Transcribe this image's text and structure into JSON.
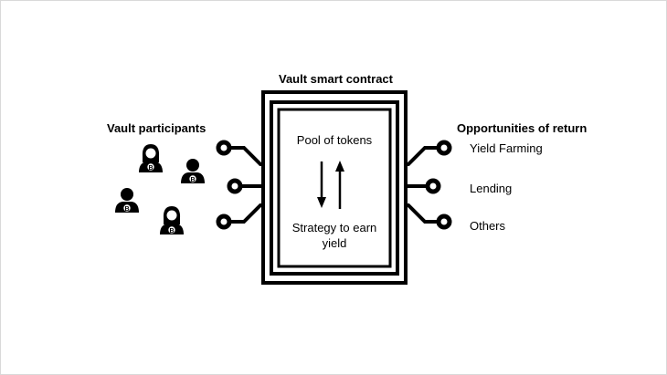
{
  "title": "Vault smart contract",
  "participants": {
    "heading": "Vault participants",
    "coin_symbol": "B"
  },
  "vault": {
    "top_label": "Pool of tokens",
    "bottom_label": "Strategy to earn yield"
  },
  "returns": {
    "heading": "Opportunities of return",
    "items": [
      "Yield Farming",
      "Lending",
      "Others"
    ]
  }
}
